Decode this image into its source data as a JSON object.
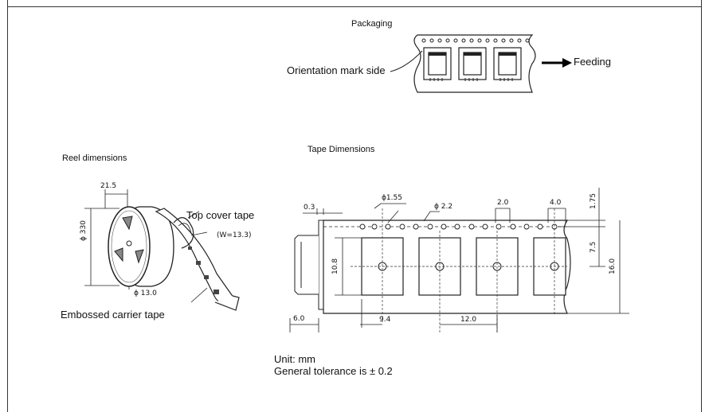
{
  "packaging": {
    "title": "Packaging",
    "orientation_label": "Orientation mark side",
    "feeding_label": "Feeding"
  },
  "reel": {
    "title": "Reel dimensions",
    "dim_width": "21.5",
    "dim_diameter": "ϕ 330",
    "dim_hub": "ϕ 13.0",
    "top_cover_label": "Top cover tape",
    "cover_width": "(W=13.3)",
    "embossed_label": "Embossed carrier tape"
  },
  "tape": {
    "title": "Tape Dimensions",
    "dim_edge": "0.3",
    "dim_sprocket_hole": "ϕ1.55",
    "dim_pocket_hole": "ϕ 2.2",
    "dim_hole_pitch_a": "2.0",
    "dim_hole_pitch_b": "4.0",
    "dim_top_margin": "1.75",
    "dim_pocket_center": "7.5",
    "dim_pocket_height": "10.8",
    "dim_tape_width": "16.0",
    "dim_depth": "6.0",
    "dim_pocket_width": "9.4",
    "dim_pitch": "12.0"
  },
  "notes": {
    "unit": "Unit: mm",
    "tolerance": "General tolerance is ± 0.2"
  }
}
